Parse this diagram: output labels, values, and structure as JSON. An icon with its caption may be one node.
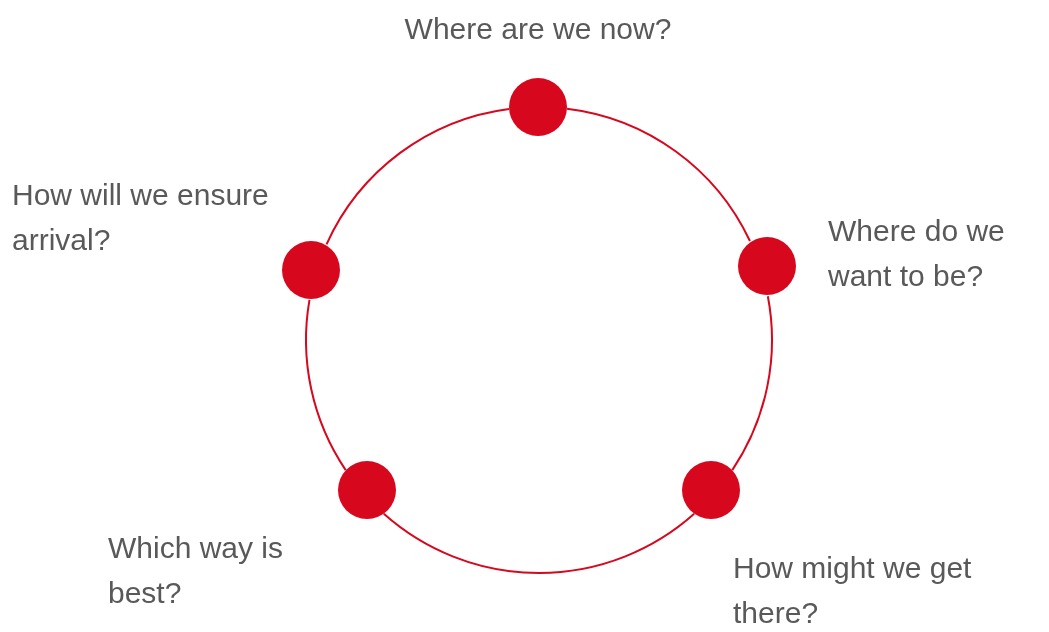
{
  "diagram": {
    "nodes": [
      {
        "text": [],
        "shape": "circle",
        "beside": [
          "Where are we now?"
        ]
      },
      {
        "text": [],
        "shape": "circle",
        "beside": [
          "Where do we want to be?"
        ]
      },
      {
        "text": [],
        "shape": "circle",
        "beside": [
          "How might we get there?"
        ]
      },
      {
        "text": [],
        "shape": "circle",
        "beside": [
          "Which way is best?"
        ]
      },
      {
        "text": [],
        "shape": "circle",
        "beside": [
          "How will we ensure arrival?"
        ]
      }
    ],
    "edges": [
      {
        "from": 0,
        "to": 1,
        "arrow": "none"
      },
      {
        "from": 1,
        "to": 2,
        "arrow": "none"
      },
      {
        "from": 2,
        "to": 3,
        "arrow": "none"
      },
      {
        "from": 3,
        "to": 4,
        "arrow": "none"
      },
      {
        "from": 4,
        "to": 0,
        "arrow": "none"
      }
    ]
  }
}
